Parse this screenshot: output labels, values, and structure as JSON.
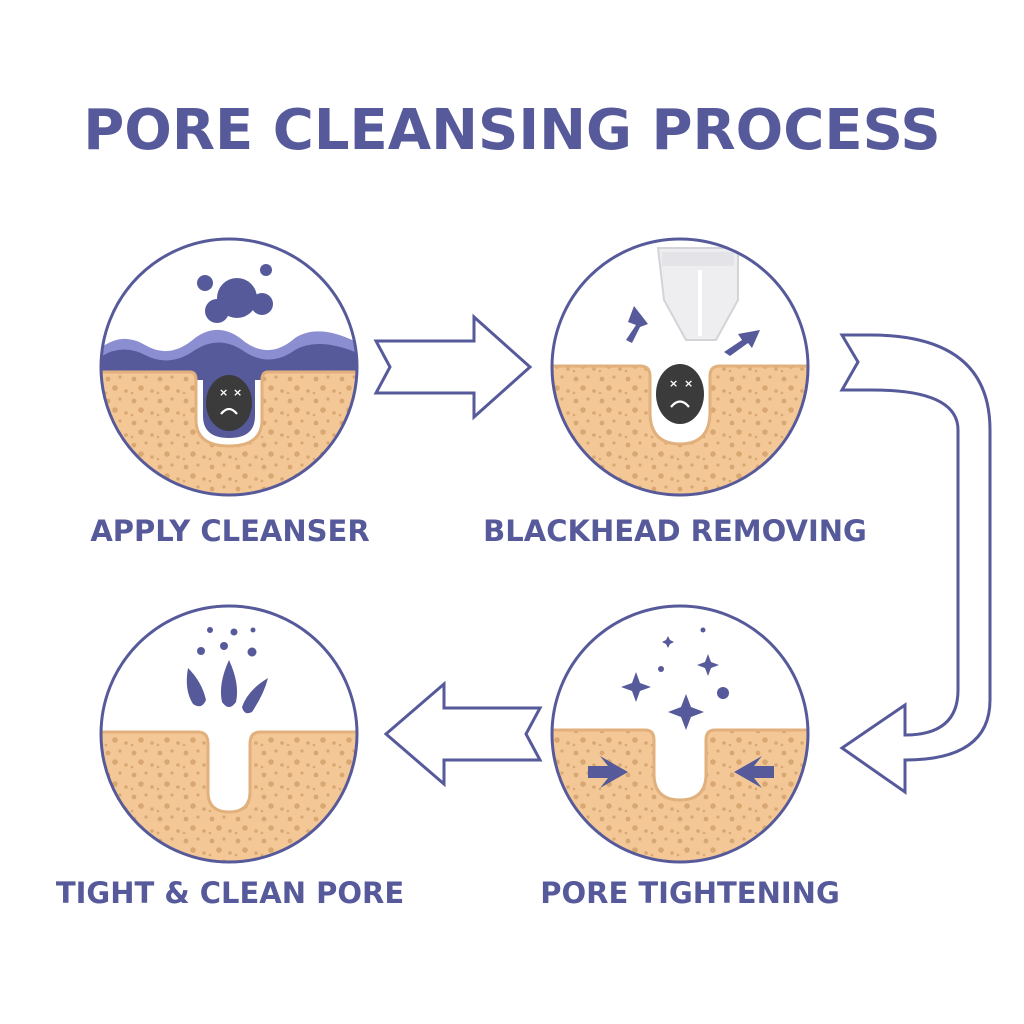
{
  "title": "PORE CLEANSING PROCESS",
  "steps": [
    {
      "label": "APPLY CLEANSER"
    },
    {
      "label": "BLACKHEAD REMOVING"
    },
    {
      "label": "PORE TIGHTENING"
    },
    {
      "label": "TIGHT & CLEAN PORE"
    }
  ],
  "colors": {
    "accent": "#565a9a",
    "skin": "#f4c896",
    "dots": "#d9a772",
    "blackhead": "#3b3b3b",
    "cleanser": "#8b8ed0"
  }
}
